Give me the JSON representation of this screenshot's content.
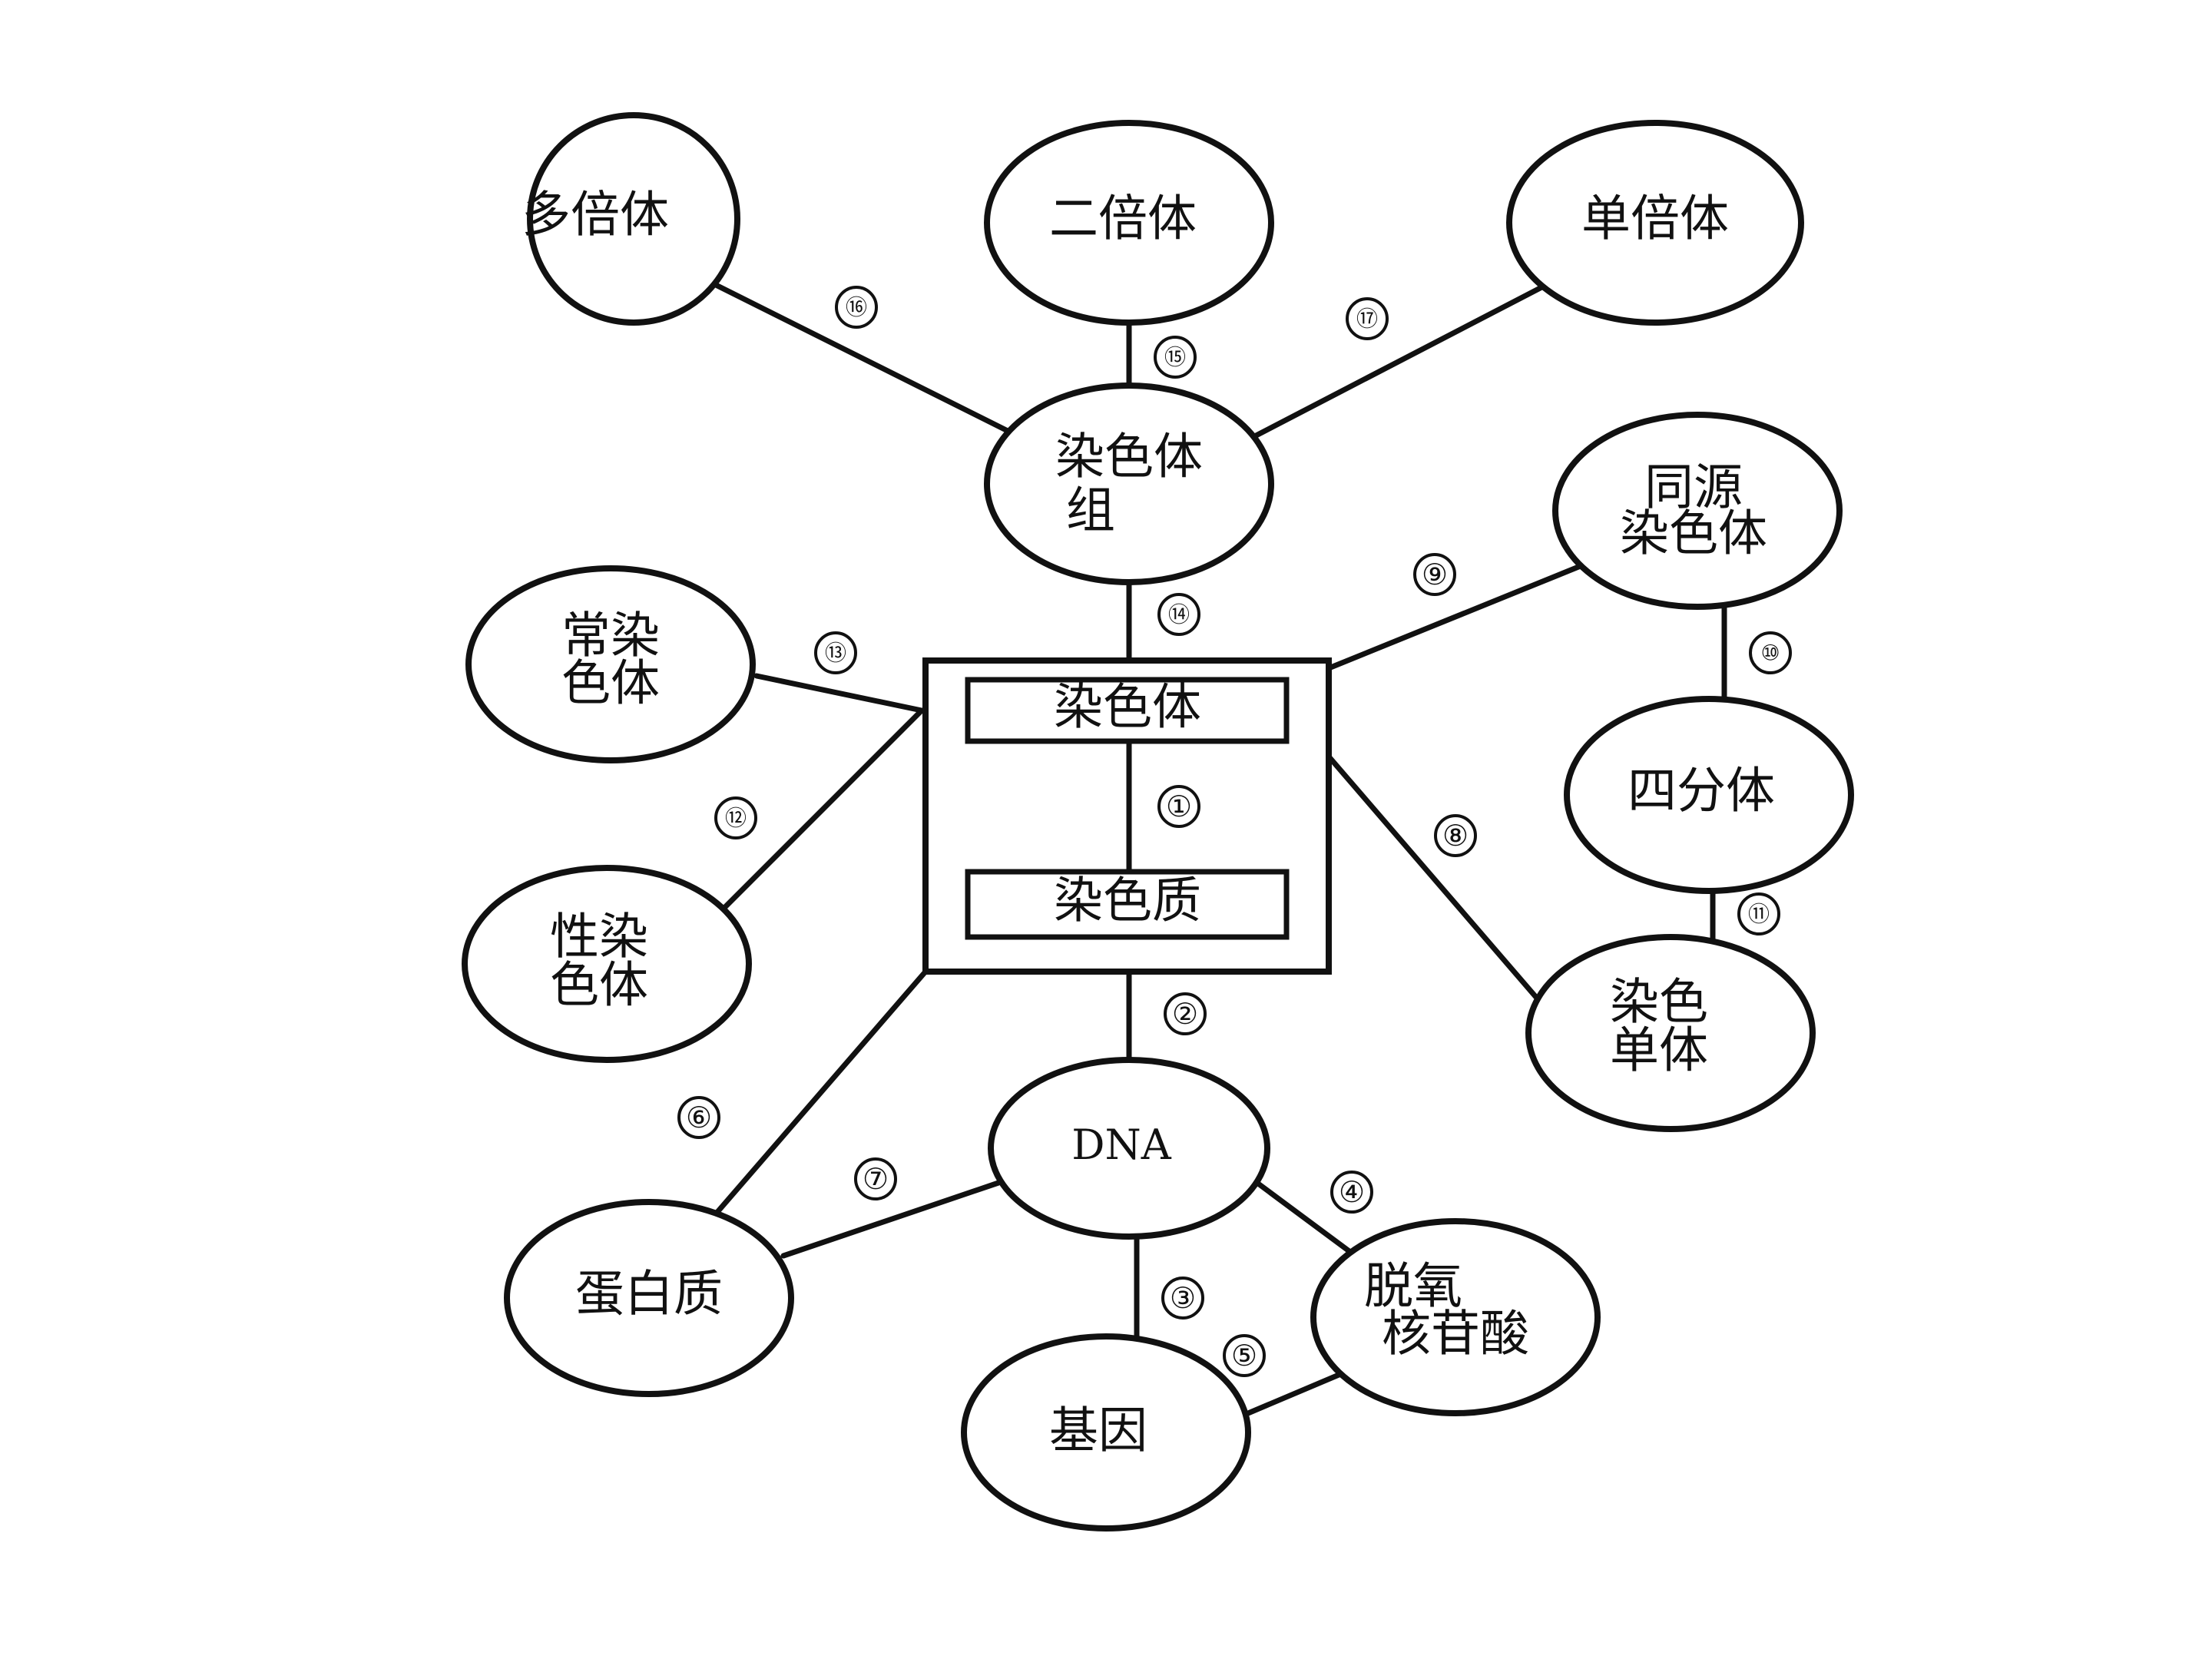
{
  "nodes": {
    "polyploid": "多倍体",
    "diploid": "二倍体",
    "haploid": "单倍体",
    "chromosome_set": [
      "染色体",
      "组"
    ],
    "homologous": [
      "同源",
      "染色体"
    ],
    "autosome": [
      "常染",
      "色体"
    ],
    "tetrad": "四分体",
    "sex_chromosome": [
      "性染",
      "色体"
    ],
    "chromatid": [
      "染色",
      "单体"
    ],
    "dna": "DNA",
    "protein": "蛋白质",
    "deoxynucleotide": [
      "脱氧",
      "核苷酸"
    ],
    "gene": "基因"
  },
  "center_box": {
    "top": "染色体",
    "bottom": "染色质"
  },
  "markers": [
    "①",
    "②",
    "③",
    "④",
    "⑤",
    "⑥",
    "⑦",
    "⑧",
    "⑨",
    "⑩",
    "⑪",
    "⑫",
    "⑬",
    "⑭",
    "⑮",
    "⑯",
    "⑰"
  ]
}
